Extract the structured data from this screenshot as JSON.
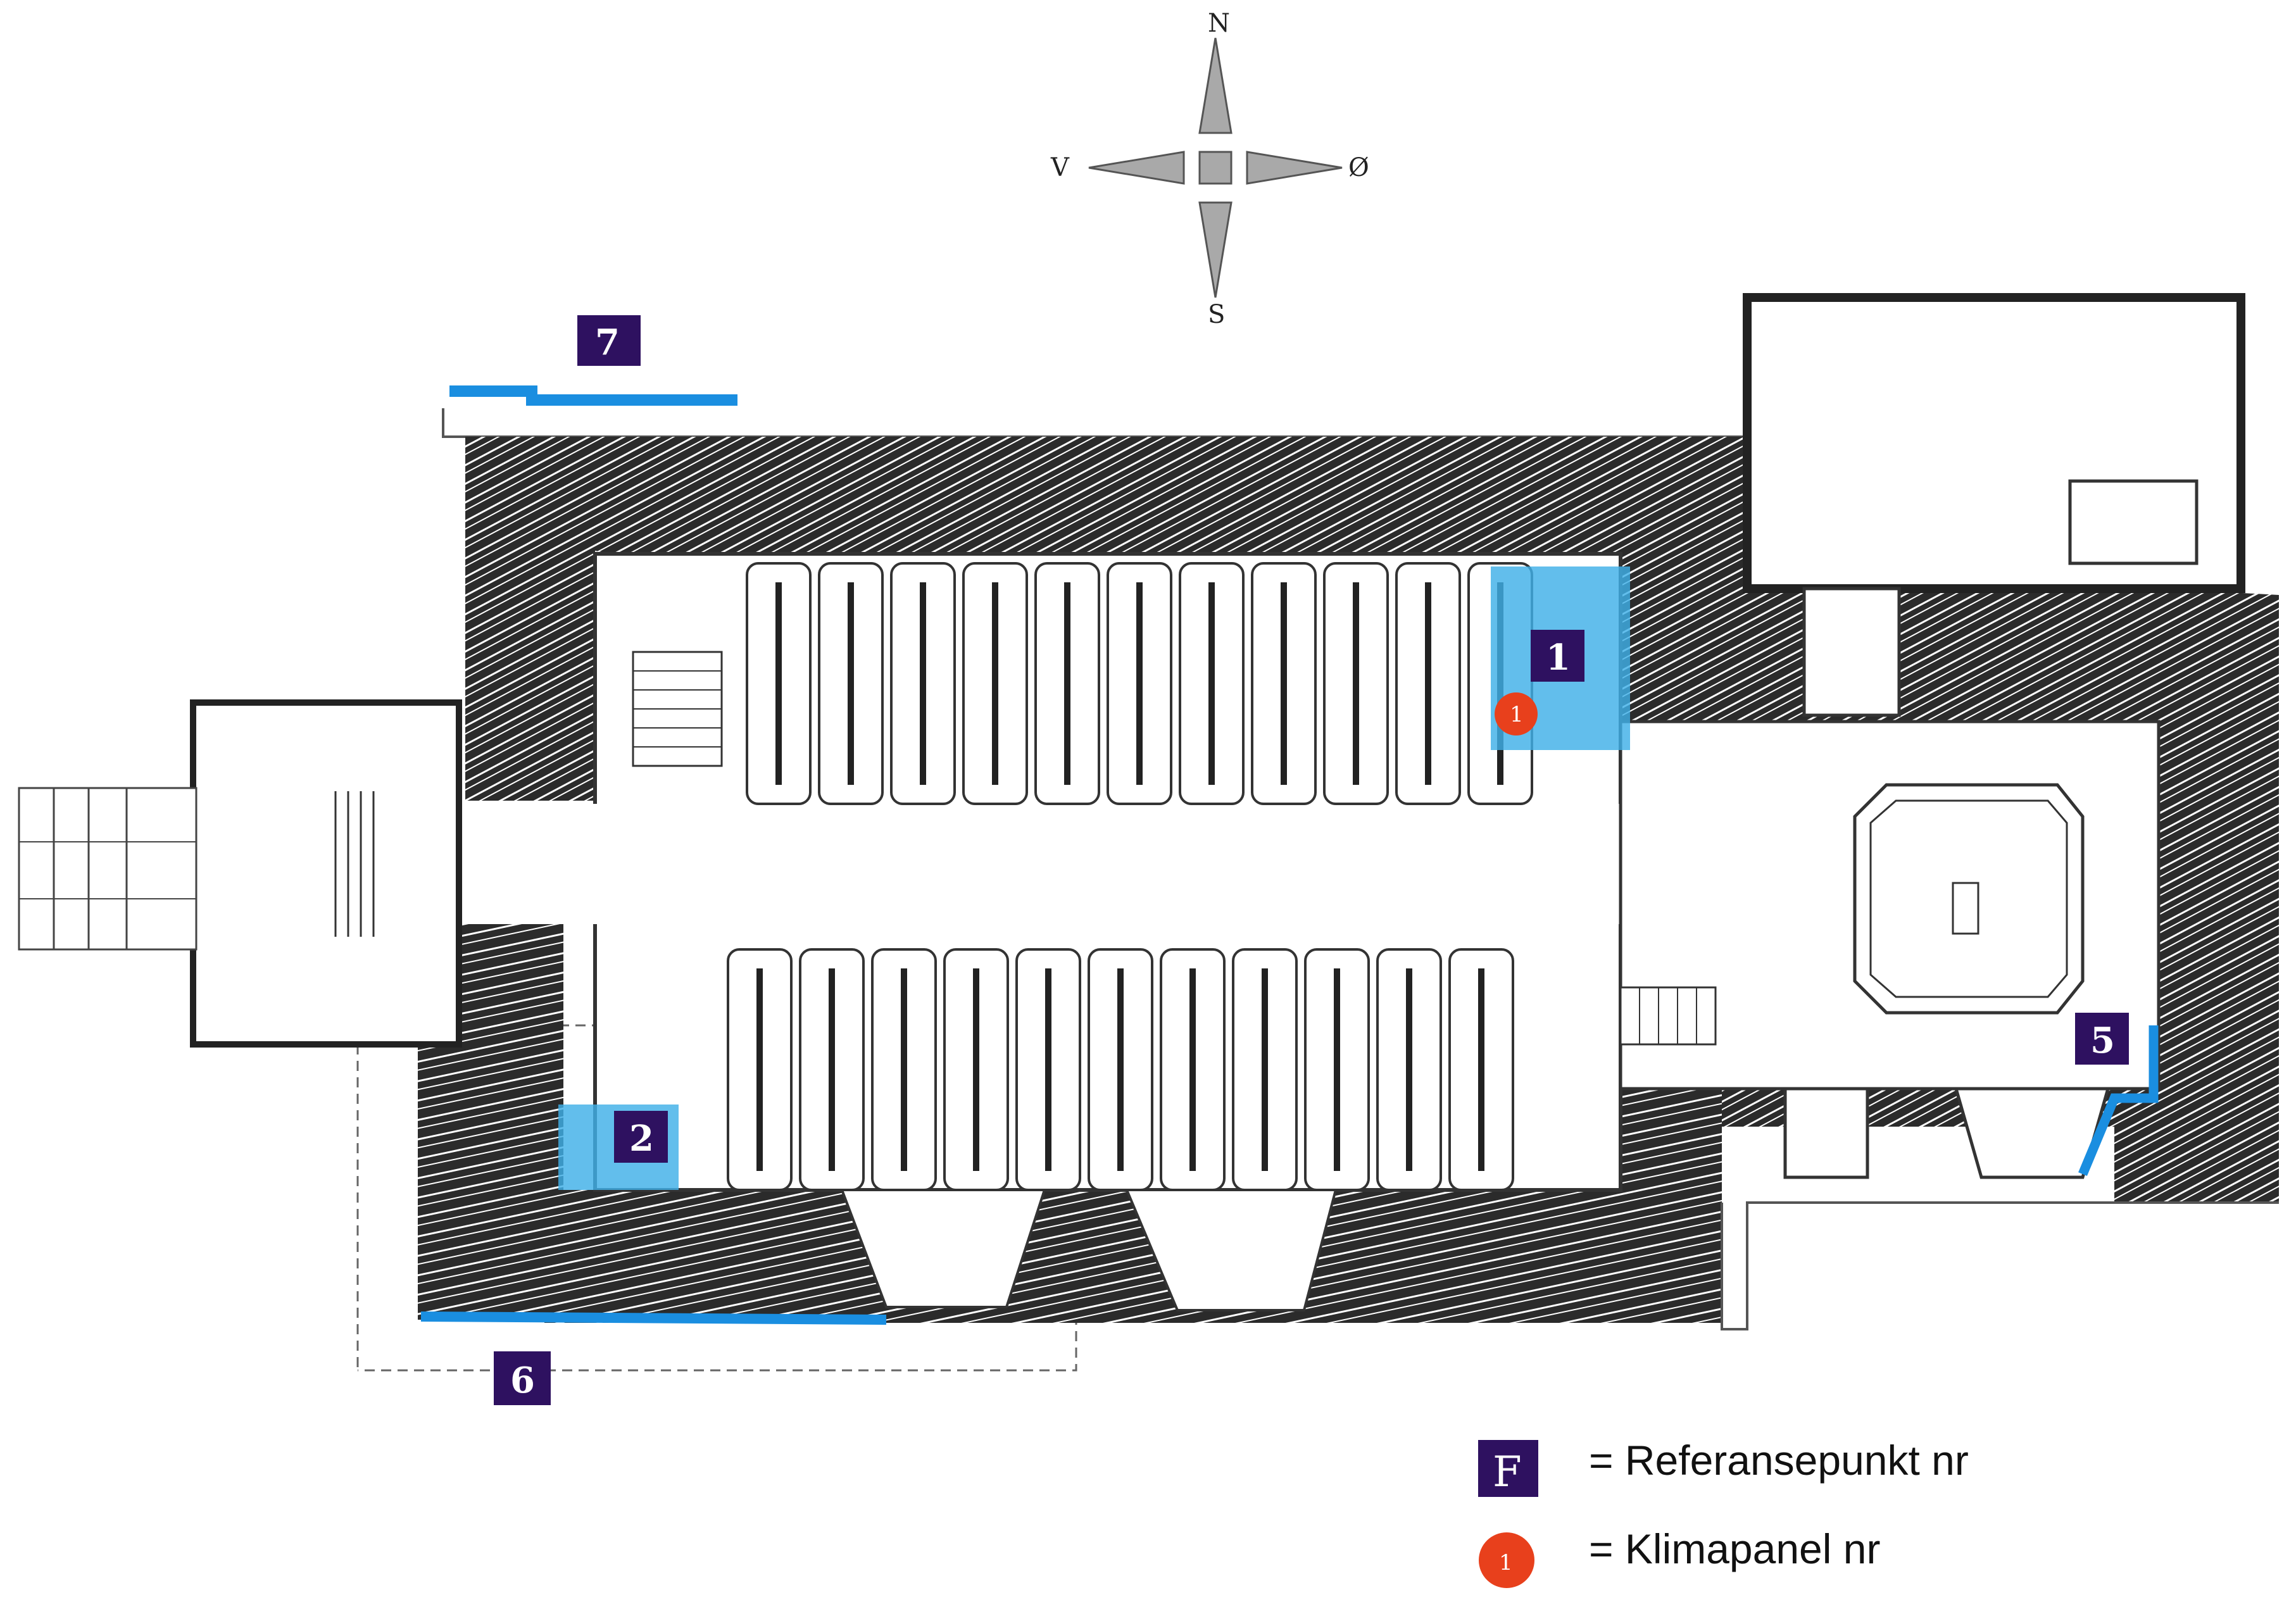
{
  "compass": {
    "north": "N",
    "south": "S",
    "west": "V",
    "east": "Ø"
  },
  "colors": {
    "wall": "#2b2b2b",
    "hatch": "#ffffff",
    "reference_box": "#2e1160",
    "highlight": "#3fb0e8",
    "blue_line": "#1a8ee0",
    "climate_panel": "#e8401c"
  },
  "reference_points": [
    {
      "label": "1"
    },
    {
      "label": "2"
    },
    {
      "label": "5"
    },
    {
      "label": "6"
    },
    {
      "label": "7"
    }
  ],
  "climate_panels": [
    {
      "label": "1"
    }
  ],
  "legend": {
    "reference_symbol": "F",
    "reference_text": "= Referansepunkt nr",
    "panel_symbol": "1",
    "panel_text": "= Klimapanel nr"
  }
}
